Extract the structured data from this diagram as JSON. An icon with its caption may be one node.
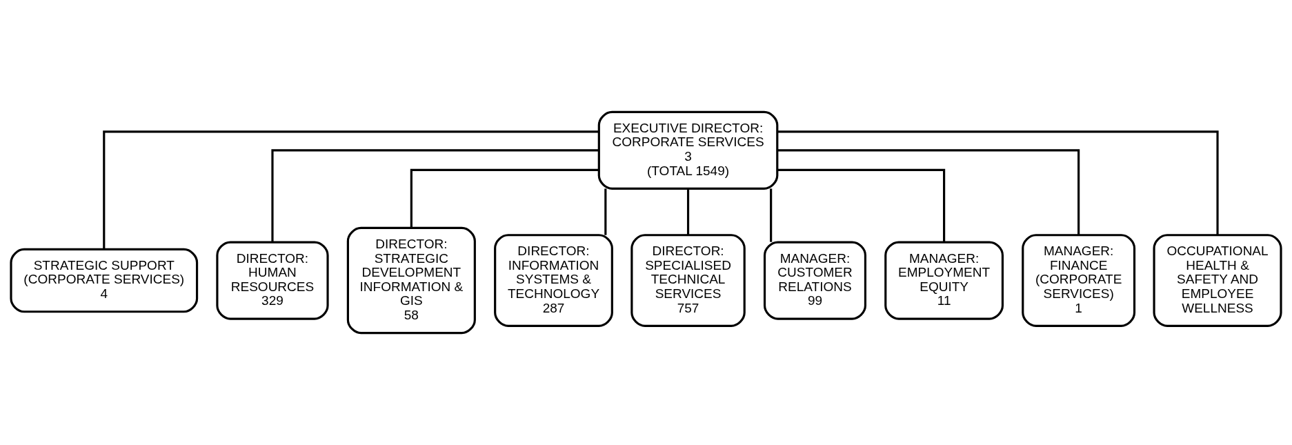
{
  "diagram": {
    "nodes": [
      {
        "text": [
          "EXECUTIVE DIRECTOR: CORPORATE SERVICES",
          "3",
          "(TOTAL 1549)"
        ]
      },
      {
        "text": [
          "STRATEGIC SUPPORT (CORPORATE SERVICES)",
          "4"
        ]
      },
      {
        "text": [
          "DIRECTOR: HUMAN RESOURCES",
          "329"
        ]
      },
      {
        "text": [
          "DIRECTOR: STRATEGIC DEVELOPMENT INFORMATION & GIS",
          "58"
        ]
      },
      {
        "text": [
          "DIRECTOR: INFORMATION SYSTEMS & TECHNOLOGY",
          "287"
        ]
      },
      {
        "text": [
          "DIRECTOR: SPECIALISED TECHNICAL SERVICES",
          "757"
        ]
      },
      {
        "text": [
          "MANAGER: CUSTOMER RELATIONS",
          "99"
        ]
      },
      {
        "text": [
          "MANAGER: EMPLOYMENT EQUITY",
          "11"
        ]
      },
      {
        "text": [
          "MANAGER: FINANCE (CORPORATE SERVICES)",
          "1"
        ]
      },
      {
        "text": [
          "OCCUPATIONAL HEALTH & SAFETY AND EMPLOYEE WELLNESS"
        ]
      }
    ],
    "edges": [
      {
        "from": 0,
        "to": 1,
        "arrow": "none"
      },
      {
        "from": 0,
        "to": 2,
        "arrow": "none"
      },
      {
        "from": 0,
        "to": 3,
        "arrow": "none"
      },
      {
        "from": 0,
        "to": 4,
        "arrow": "none"
      },
      {
        "from": 0,
        "to": 5,
        "arrow": "none"
      },
      {
        "from": 0,
        "to": 6,
        "arrow": "none"
      },
      {
        "from": 0,
        "to": 7,
        "arrow": "none"
      },
      {
        "from": 0,
        "to": 8,
        "arrow": "none"
      },
      {
        "from": 0,
        "to": 9,
        "arrow": "none"
      }
    ]
  }
}
